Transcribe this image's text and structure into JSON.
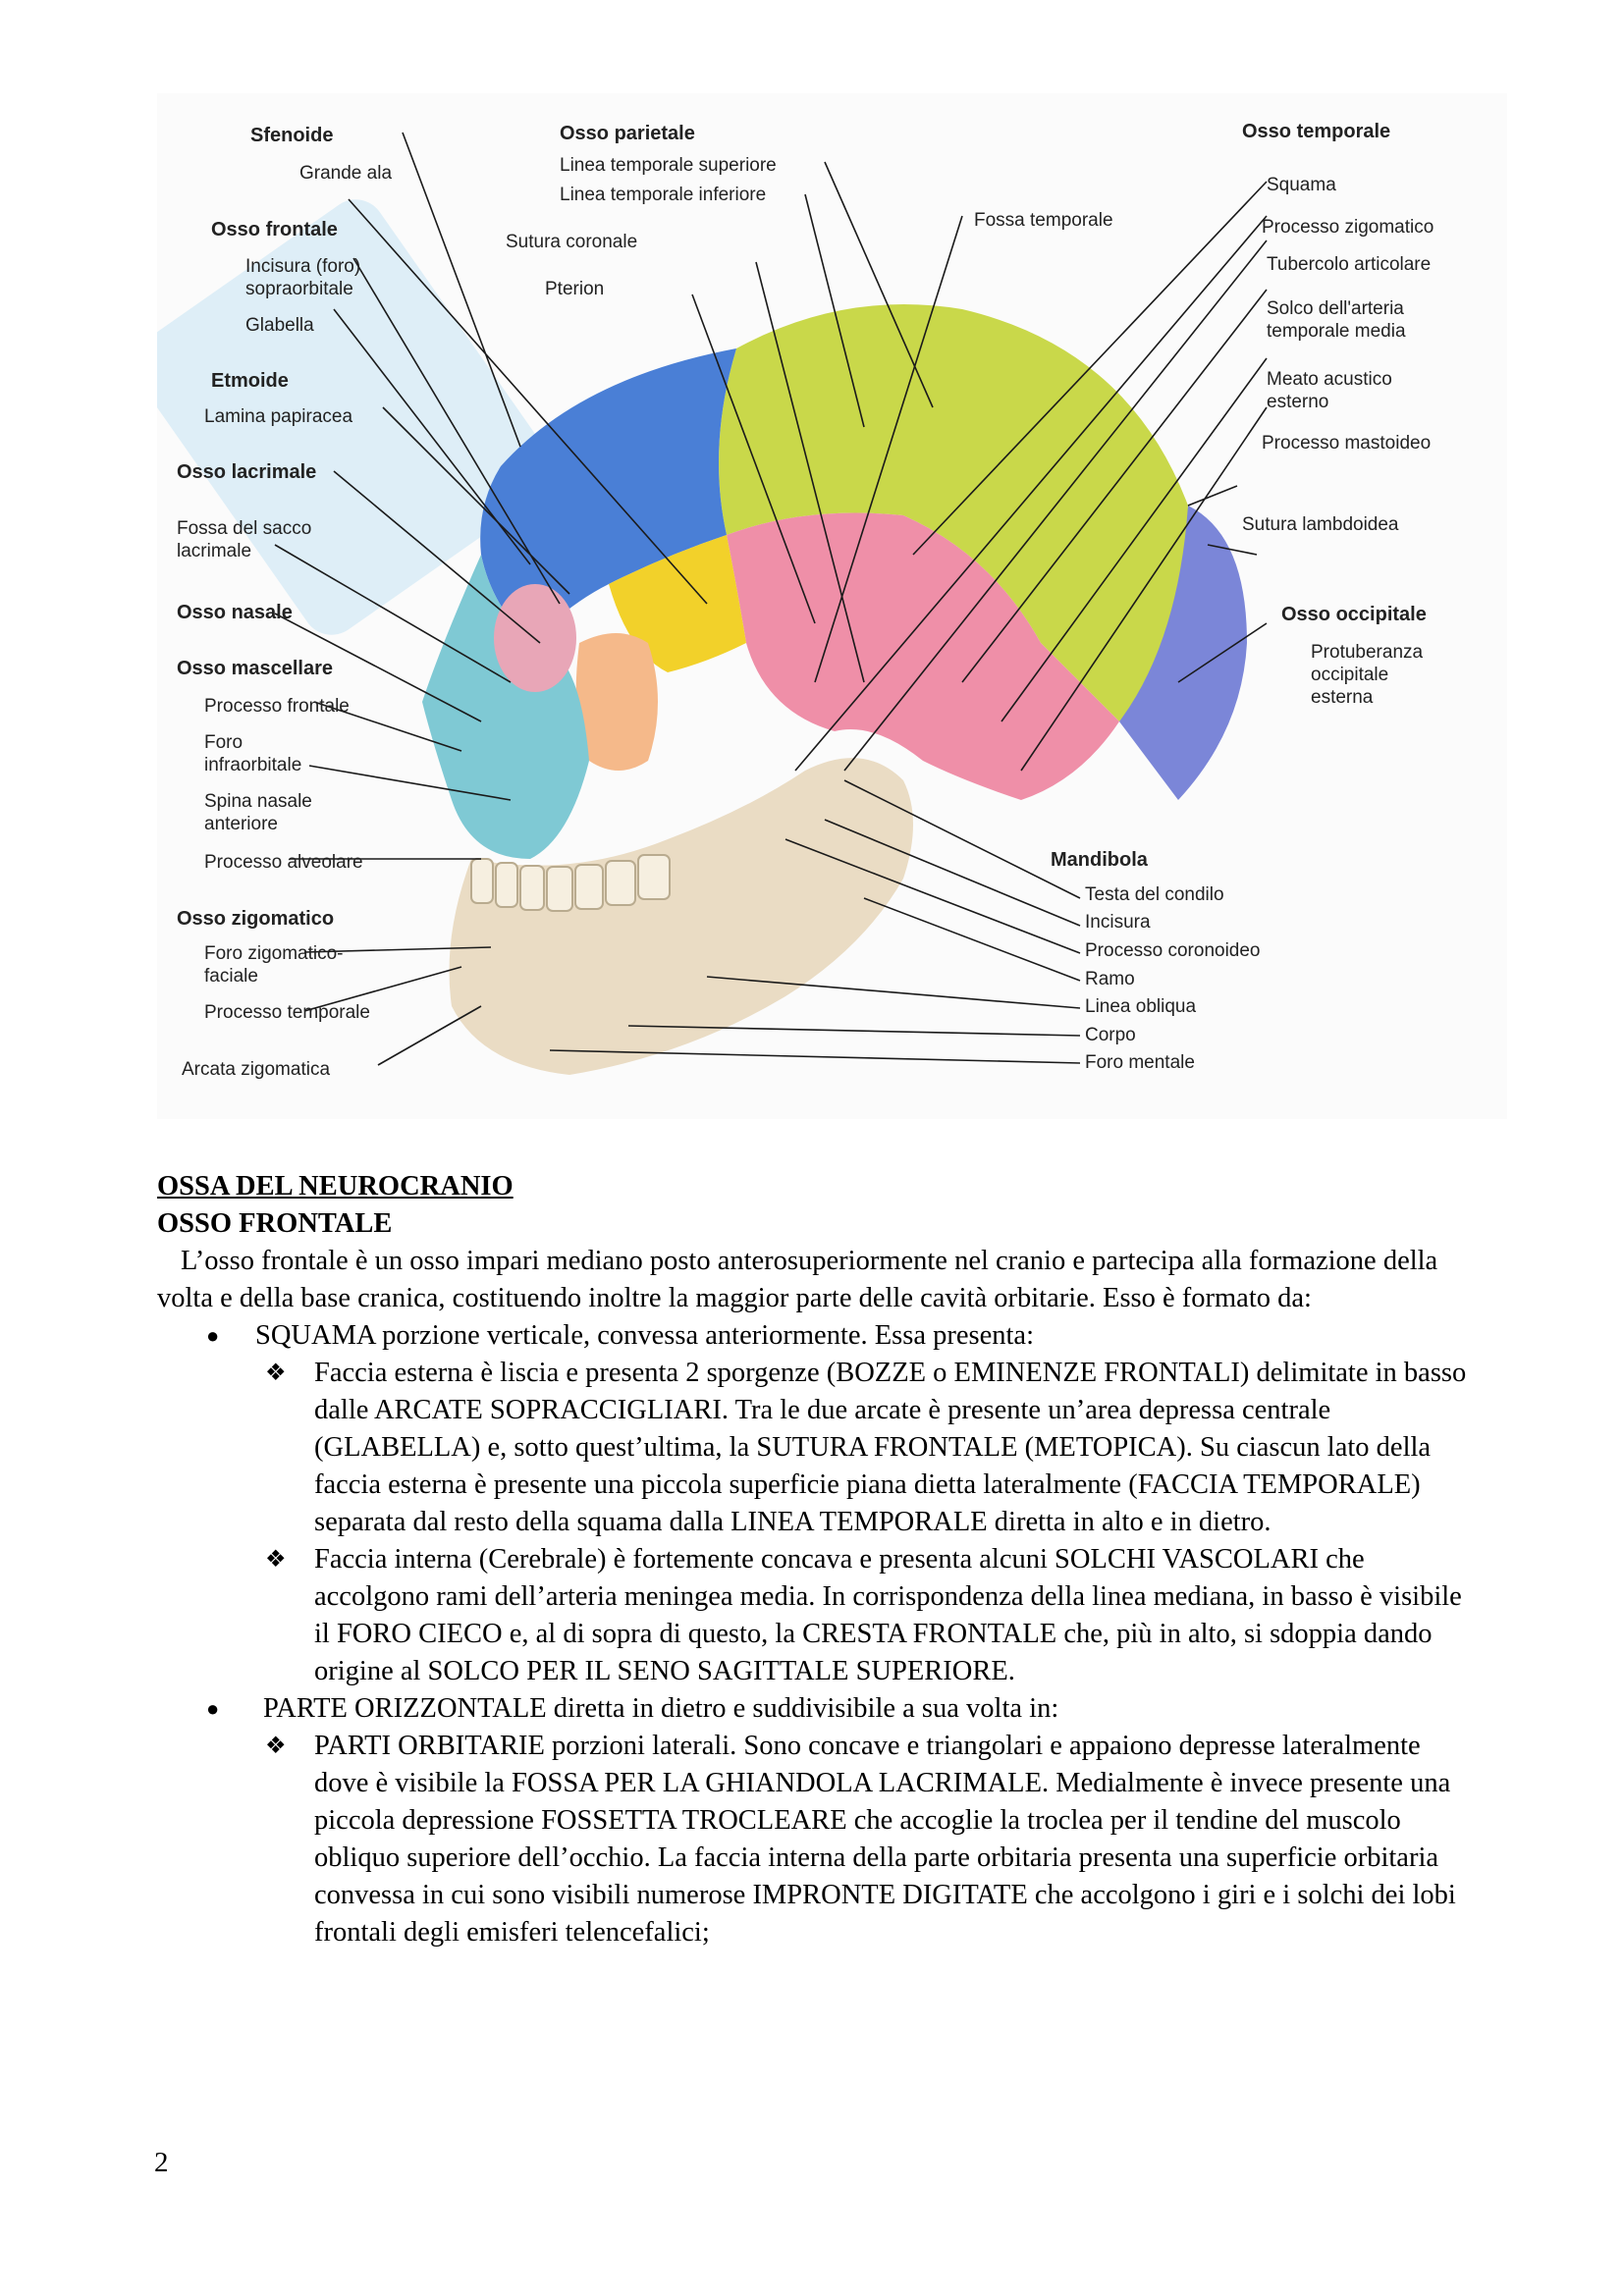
{
  "figure": {
    "labels_left": [
      {
        "id": "sfenoide",
        "text": "Sfenoide",
        "bold": true
      },
      {
        "id": "grande-ala",
        "text": "Grande ala",
        "bold": false
      },
      {
        "id": "osso-frontale",
        "text": "Osso frontale",
        "bold": true
      },
      {
        "id": "incisura",
        "text": "Incisura (foro)\nsopraorbitale",
        "bold": false
      },
      {
        "id": "glabella",
        "text": "Glabella",
        "bold": false
      },
      {
        "id": "etmoide",
        "text": "Etmoide",
        "bold": true
      },
      {
        "id": "lamina-papiracea",
        "text": "Lamina papiracea",
        "bold": false
      },
      {
        "id": "osso-lacrimale",
        "text": "Osso lacrimale",
        "bold": true
      },
      {
        "id": "fossa-sacco",
        "text": "Fossa del sacco\nlacrimale",
        "bold": false
      },
      {
        "id": "osso-nasale",
        "text": "Osso nasale",
        "bold": true
      },
      {
        "id": "osso-mascellare",
        "text": "Osso mascellare",
        "bold": true
      },
      {
        "id": "processo-frontale",
        "text": "Processo frontale",
        "bold": false
      },
      {
        "id": "foro-infraorbitale",
        "text": "Foro\ninfraorbitale",
        "bold": false
      },
      {
        "id": "spina-nasale",
        "text": "Spina nasale\nanteriore",
        "bold": false
      },
      {
        "id": "processo-alveolare",
        "text": "Processo alveolare",
        "bold": false
      },
      {
        "id": "osso-zigomatico",
        "text": "Osso zigomatico",
        "bold": true
      },
      {
        "id": "foro-zigomatico",
        "text": "Foro zigomatico-\nfaciale",
        "bold": false
      },
      {
        "id": "processo-temporale",
        "text": "Processo temporale",
        "bold": false
      },
      {
        "id": "arcata-zigomatica",
        "text": "Arcata zigomatica",
        "bold": false
      }
    ],
    "labels_top": [
      {
        "id": "osso-parietale",
        "text": "Osso parietale",
        "bold": true
      },
      {
        "id": "linea-sup",
        "text": "Linea temporale superiore",
        "bold": false
      },
      {
        "id": "linea-inf",
        "text": "Linea temporale inferiore",
        "bold": false
      },
      {
        "id": "sutura-coronale",
        "text": "Sutura coronale",
        "bold": false
      },
      {
        "id": "pterion",
        "text": "Pterion",
        "bold": false
      },
      {
        "id": "fossa-temporale",
        "text": "Fossa temporale",
        "bold": false
      }
    ],
    "labels_right": [
      {
        "id": "osso-temporale",
        "text": "Osso temporale",
        "bold": true
      },
      {
        "id": "squama",
        "text": "Squama",
        "bold": false
      },
      {
        "id": "processo-zigomatico",
        "text": "Processo zigomatico",
        "bold": false
      },
      {
        "id": "tubercolo",
        "text": "Tubercolo articolare",
        "bold": false
      },
      {
        "id": "solco-arteria",
        "text": "Solco dell'arteria\ntemporale media",
        "bold": false
      },
      {
        "id": "meato",
        "text": "Meato acustico\nesterno",
        "bold": false
      },
      {
        "id": "processo-mastoideo",
        "text": "Processo mastoideo",
        "bold": false
      },
      {
        "id": "sutura-lambdoidea",
        "text": "Sutura lambdoidea",
        "bold": false
      },
      {
        "id": "osso-occipitale",
        "text": "Osso occipitale",
        "bold": true
      },
      {
        "id": "protuberanza",
        "text": "Protuberanza\noccipitale\nesterna",
        "bold": false
      },
      {
        "id": "mandibola",
        "text": "Mandibola",
        "bold": true
      },
      {
        "id": "testa-condilo",
        "text": "Testa del condilo",
        "bold": false
      },
      {
        "id": "incisura-m",
        "text": "Incisura",
        "bold": false
      },
      {
        "id": "processo-coronoideo",
        "text": "Processo coronoideo",
        "bold": false
      },
      {
        "id": "ramo",
        "text": "Ramo",
        "bold": false
      },
      {
        "id": "linea-obliqua",
        "text": "Linea obliqua",
        "bold": false
      },
      {
        "id": "corpo",
        "text": "Corpo",
        "bold": false
      },
      {
        "id": "foro-mentale",
        "text": "Foro mentale",
        "bold": false
      }
    ]
  },
  "text": {
    "heading1": "OSSA DEL NEUROCRANIO",
    "heading2": "OSSO FRONTALE",
    "intro": "L’osso frontale è un osso impari mediano posto anterosuperiormente nel cranio e partecipa alla formazione della volta e della base cranica, costituendo inoltre la maggior parte delle cavità orbitarie. Esso è formato da:",
    "bullets": [
      {
        "text": "SQUAMA porzione verticale, convessa anteriormente. Essa presenta:",
        "sub": [
          "Faccia esterna è liscia e presenta 2 sporgenze (BOZZE o EMINENZE FRONTALI) delimitate in basso dalle ARCATE SOPRACCIGLIARI. Tra le due arcate è presente un’area depressa centrale (GLABELLA) e, sotto quest’ultima, la SUTURA FRONTALE (METOPICA). Su ciascun lato della faccia esterna è presente una piccola superficie piana dietta lateralmente (FACCIA TEMPORALE) separata dal resto della squama dalla LINEA TEMPORALE diretta in alto e in dietro.",
          "Faccia interna (Cerebrale) è fortemente concava e presenta alcuni SOLCHI VASCOLARI che accolgono rami dell’arteria meningea media. In corrispondenza della linea mediana, in basso è visibile il FORO CIECO e, al di sopra di questo, la CRESTA FRONTALE che, più in alto, si sdoppia dando origine al SOLCO PER IL SENO SAGITTALE SUPERIORE."
        ]
      },
      {
        "text": "PARTE ORIZZONTALE diretta in dietro e suddivisibile a sua volta in:",
        "sub": [
          "PARTI ORBITARIE porzioni laterali. Sono concave e triangolari e appaiono depresse lateralmente dove è visibile la FOSSA PER LA GHIANDOLA LACRIMALE. Medialmente è invece presente una piccola depressione FOSSETTA TROCLEARE che accoglie la troclea per il tendine del muscolo obliquo superiore dell’occhio. La faccia interna della parte orbitaria presenta una superficie orbitaria convessa in cui sono visibili numerose IMPRONTE DIGITATE che accolgono  i giri e i solchi dei lobi frontali degli emisferi telencefalici;"
        ]
      }
    ],
    "page_number": "2"
  },
  "colors": {
    "frontal": "#4a7fd6",
    "parietal": "#c9d84a",
    "temporal": "#ef8fa8",
    "occipital": "#7b86d8",
    "sphenoid": "#f2d12a",
    "zygomatic": "#f5b98a",
    "maxilla": "#7fc9d4",
    "mandible": "#eadcc4"
  }
}
